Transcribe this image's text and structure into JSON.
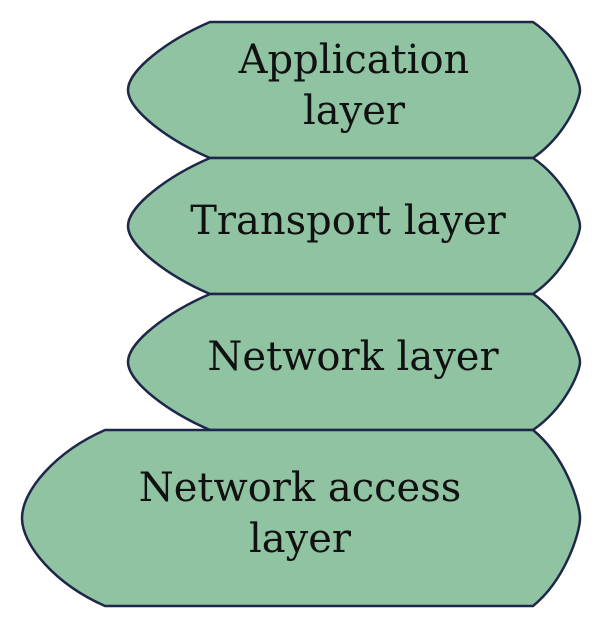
{
  "colors": {
    "fill": "#8fc3a1",
    "stroke": "#1e2748",
    "text": "#111111"
  },
  "layers": [
    {
      "lines": [
        "Application",
        "layer"
      ]
    },
    {
      "lines": [
        "Transport layer"
      ]
    },
    {
      "lines": [
        "Network layer"
      ]
    },
    {
      "lines": [
        "Network access",
        "layer"
      ]
    }
  ]
}
